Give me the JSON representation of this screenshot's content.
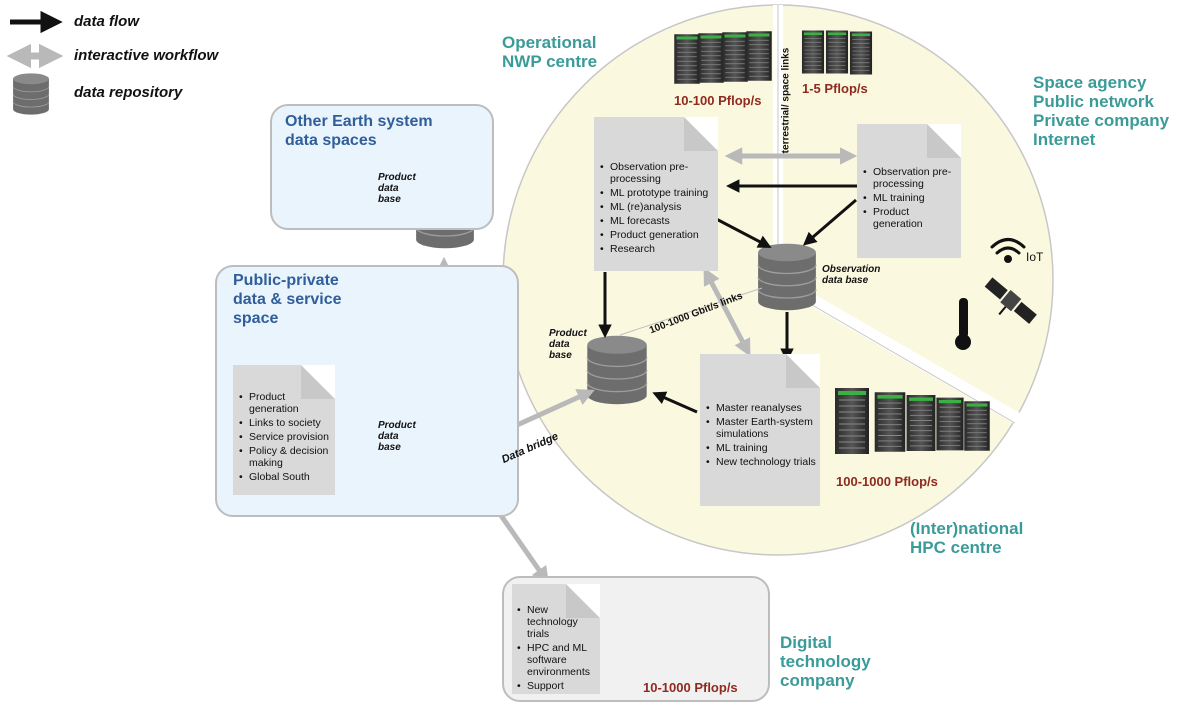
{
  "legend": {
    "data_flow": "data flow",
    "interactive_workflow": "interactive workflow",
    "data_repository": "data repository"
  },
  "panels": {
    "other_earth": {
      "title_line1": "Other Earth system",
      "title_line2": "data spaces",
      "db_label": [
        "Product",
        "data",
        "base"
      ]
    },
    "public_private": {
      "title_line1": "Public-private",
      "title_line2": "data & service",
      "title_line3": "space",
      "items": [
        "Product generation",
        "Links to society",
        "Service provision",
        "Policy & decision making",
        "Global South"
      ],
      "db_label": [
        "Product",
        "data",
        "base"
      ]
    },
    "digital": {
      "title_line1": "Digital",
      "title_line2": "technology",
      "title_line3": "company",
      "items": [
        "New technology trials",
        "HPC and ML software environments",
        "Support"
      ],
      "flops": "10-1000 Pflop/s"
    }
  },
  "circle": {
    "operational": {
      "title_line1": "Operational",
      "title_line2": "NWP centre",
      "flops": "10-100 Pflop/s",
      "items": [
        "Observation pre-processing",
        "ML prototype training",
        "ML (re)analysis",
        "ML forecasts",
        "Product generation",
        "Research"
      ]
    },
    "space": {
      "title_lines": [
        "Space agency",
        "Public network",
        "Private company",
        "Internet"
      ],
      "flops": "1-5 Pflop/s",
      "items": [
        "Observation pre-processing",
        "ML training",
        "Product generation"
      ],
      "iot": "IoT"
    },
    "hpc": {
      "title_line1": "(Inter)national",
      "title_line2": "HPC centre",
      "flops": "100-1000 Pflop/s",
      "items": [
        "Master reanalyses",
        "Master Earth-system simulations",
        "ML training",
        "New technology trials"
      ]
    },
    "observation_db": [
      "Observation",
      "data base"
    ],
    "product_db": [
      "Product",
      "data",
      "base"
    ],
    "links_terrestrial": "terrestrial/ space links",
    "links_gbit": "100-1000 Gbit/s links",
    "data_bridge": "Data bridge"
  },
  "colors": {
    "teal": "#3a9b99",
    "blue": "#2f5e9a",
    "flops_red": "#8f2a1f",
    "circle_fill": "#fbf8e0",
    "db_grey": "#6d6d6d"
  }
}
